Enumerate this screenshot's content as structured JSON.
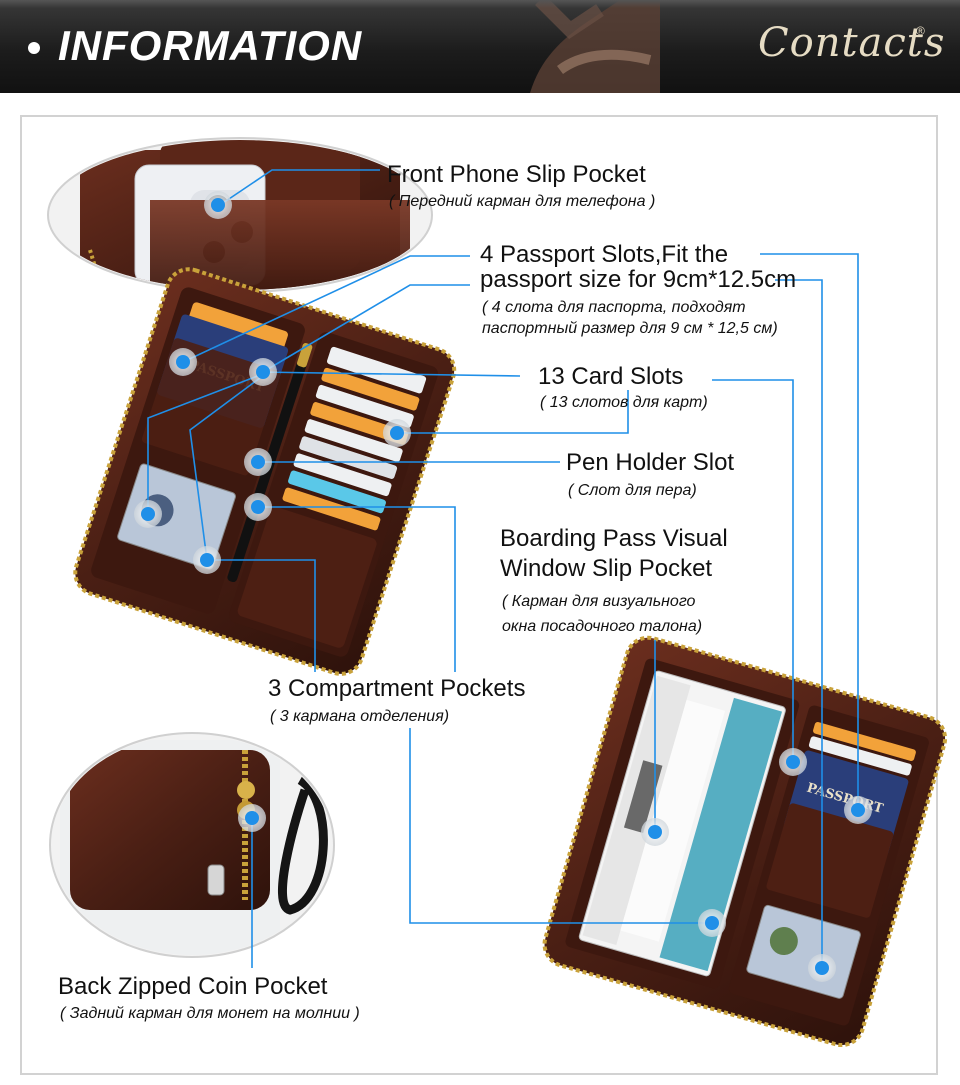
{
  "header": {
    "title": "INFORMATION",
    "brand": "Contacts",
    "brand_mark": "®"
  },
  "colors": {
    "callout_line": "#1f8fe8",
    "leather": "#4a1f14",
    "banner": "#1c1c1c"
  },
  "wallet_imprint": "PASSPORT",
  "labels": {
    "front_phone": {
      "title": "Front Phone Slip Pocket",
      "subtitle": "( Передний карман для телефона )"
    },
    "passport_slots": {
      "title_line1": "4 Passport Slots,Fit the",
      "title_line2": "passport size for 9cm*12.5cm",
      "subtitle_line1": "( 4 слота для паспорта, подходят",
      "subtitle_line2": "паспортный размер для 9 см * 12,5 см)"
    },
    "card_slots": {
      "title": "13 Card Slots",
      "subtitle": "( 13 слотов для карт)"
    },
    "pen_holder": {
      "title": "Pen Holder Slot",
      "subtitle": "( Слот для пера)"
    },
    "boarding_pass": {
      "title_line1": "Boarding Pass Visual",
      "title_line2": "Window Slip Pocket",
      "subtitle_line1": "( Карман для визуального",
      "subtitle_line2": "окна посадочного талона)"
    },
    "compartments": {
      "title": "3 Compartment Pockets",
      "subtitle": "( 3 кармана отделения)"
    },
    "coin_pocket": {
      "title": "Back Zipped Coin Pocket",
      "subtitle": "( Задний карман для монет на молнии )"
    }
  }
}
